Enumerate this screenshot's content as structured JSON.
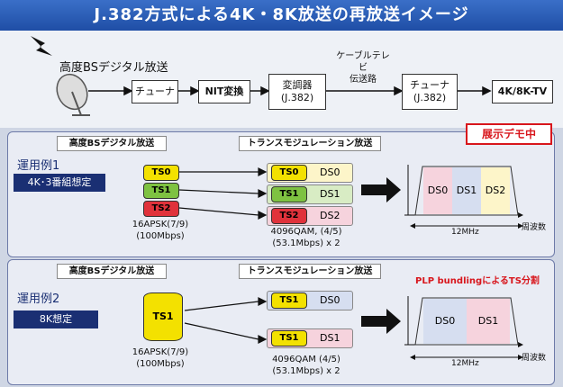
{
  "title": "J.382方式による4K・8K放送の再放送イメージ",
  "top": {
    "source": "高度BSデジタル放送",
    "tuner1": "チューナ",
    "nit": "NIT変換",
    "modulator_l1": "変調器",
    "modulator_l2": "(J.382)",
    "cable_l1": "ケーブルテレビ",
    "cable_l2": "伝送路",
    "tuner2_l1": "チューナ",
    "tuner2_l2": "(J.382)",
    "tv": "4K/8K-TV"
  },
  "demo_badge": "展示デモ中",
  "example1": {
    "heading_src": "高度BSデジタル放送",
    "heading_trans": "トランスモジュレーション放送",
    "case": "運用例1",
    "assumption": "4K･3番組想定",
    "ts": [
      "TS0",
      "TS1",
      "TS2"
    ],
    "ds": [
      "DS0",
      "DS1",
      "DS2"
    ],
    "mod_src_l1": "16APSK(7/9)",
    "mod_src_l2": "(100Mbps)",
    "mod_trans_l1": "4096QAM, (4/5)",
    "mod_trans_l2": "(53.1Mbps) x 2",
    "bandwidth": "12MHz",
    "freq_label": "周波数"
  },
  "example2": {
    "heading_src": "高度BSデジタル放送",
    "heading_trans": "トランスモジュレーション放送",
    "case": "運用例2",
    "assumption": "8K想定",
    "plp_note": "PLP bundlingによるTS分割",
    "ts_src": "TS1",
    "ts": [
      "TS1",
      "TS1"
    ],
    "ds": [
      "DS0",
      "DS1"
    ],
    "mod_src_l1": "16APSK(7/9)",
    "mod_src_l2": "(100Mbps)",
    "mod_trans_l1": "4096QAM (4/5)",
    "mod_trans_l2": "(53.1Mbps) x 2",
    "bandwidth": "12MHz",
    "freq_label": "周波数"
  },
  "colors": {
    "title_bar": "#2a5cb8",
    "ts_yellow": "#f3e100",
    "ts_green": "#7ec241",
    "ts_red": "#e0323b",
    "ds_yellow": "#fdf5c9",
    "ds_green": "#d8ecc4",
    "ds_pink": "#f6d3dd",
    "ds_blue": "#d6def0",
    "navy": "#1a2f73",
    "plp_red": "#d8161c"
  }
}
